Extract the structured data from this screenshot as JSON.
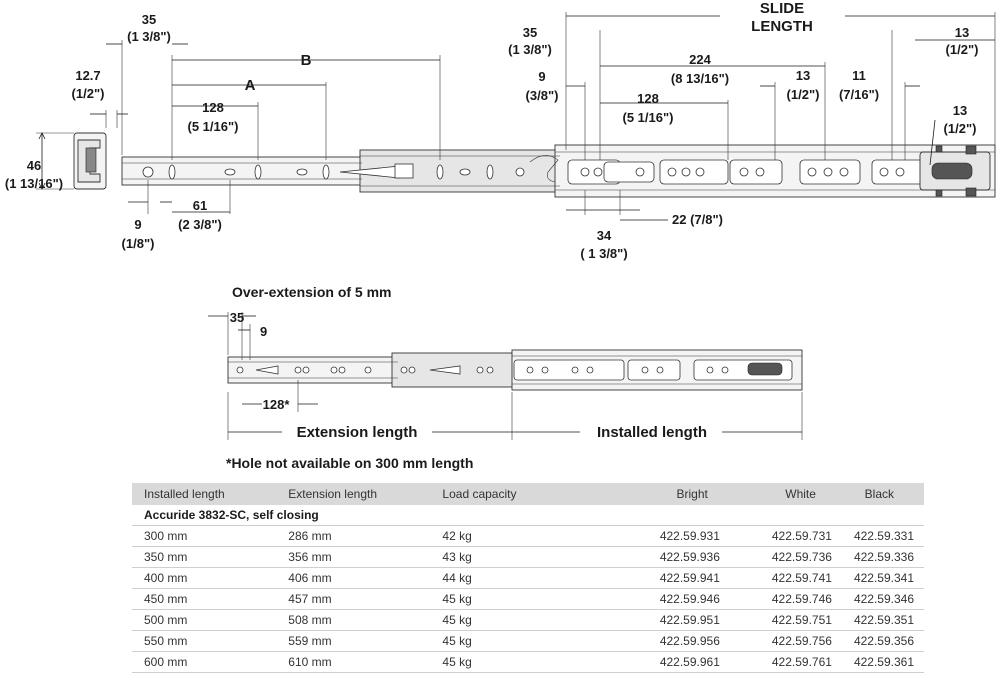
{
  "top_dims": {
    "d35_left": "35",
    "d35_left_in": "(1 3/8\")",
    "d12_7": "12.7",
    "d12_7_in": "(1/2\")",
    "d46": "46",
    "d46_in": "(1 13/16\")",
    "dB": "B",
    "dA": "A",
    "d128_left": "128",
    "d128_left_in": "(5 1/16\")",
    "d61": "61",
    "d61_in": "(2 3/8\")",
    "d9_left": "9",
    "d9_left_in": "(1/8\")",
    "slide_length_l1": "SLIDE",
    "slide_length_l2": "LENGTH",
    "d35_right": "35",
    "d35_right_in": "(1 3/8\")",
    "d13_a": "13",
    "d13_a_in": "(1/2\")",
    "d224": "224",
    "d224_in": "(8 13/16\")",
    "d9_right": "9",
    "d9_right_in": "(3/8\")",
    "d128_right": "128",
    "d128_right_in": "(5 1/16\")",
    "d13_b": "13",
    "d13_b_in": "(1/2\")",
    "d11": "11",
    "d11_in": "(7/16\")",
    "d13_c": "13",
    "d13_c_in": "(1/2\")",
    "d22": "22 (7/8\")",
    "d34": "34",
    "d34_in": "( 1 3/8\")"
  },
  "overext": {
    "title": "Over-extension of 5 mm",
    "d35": "35",
    "d9": "9",
    "d128": "128*",
    "extension_label": "Extension length",
    "installed_label": "Installed length"
  },
  "note": "*Hole not available on 300 mm length",
  "table": {
    "headers": [
      "Installed length",
      "Extension length",
      "Load capacity",
      "Bright",
      "White",
      "Black"
    ],
    "group": "Accuride 3832-SC, self closing",
    "rows": [
      [
        "300 mm",
        "286 mm",
        "42 kg",
        "422.59.931",
        "422.59.731",
        "422.59.331"
      ],
      [
        "350 mm",
        "356 mm",
        "43 kg",
        "422.59.936",
        "422.59.736",
        "422.59.336"
      ],
      [
        "400 mm",
        "406 mm",
        "44 kg",
        "422.59.941",
        "422.59.741",
        "422.59.341"
      ],
      [
        "450 mm",
        "457 mm",
        "45 kg",
        "422.59.946",
        "422.59.746",
        "422.59.346"
      ],
      [
        "500 mm",
        "508 mm",
        "45 kg",
        "422.59.951",
        "422.59.751",
        "422.59.351"
      ],
      [
        "550 mm",
        "559 mm",
        "45 kg",
        "422.59.956",
        "422.59.756",
        "422.59.356"
      ],
      [
        "600 mm",
        "610 mm",
        "45 kg",
        "422.59.961",
        "422.59.761",
        "422.59.361"
      ]
    ]
  }
}
